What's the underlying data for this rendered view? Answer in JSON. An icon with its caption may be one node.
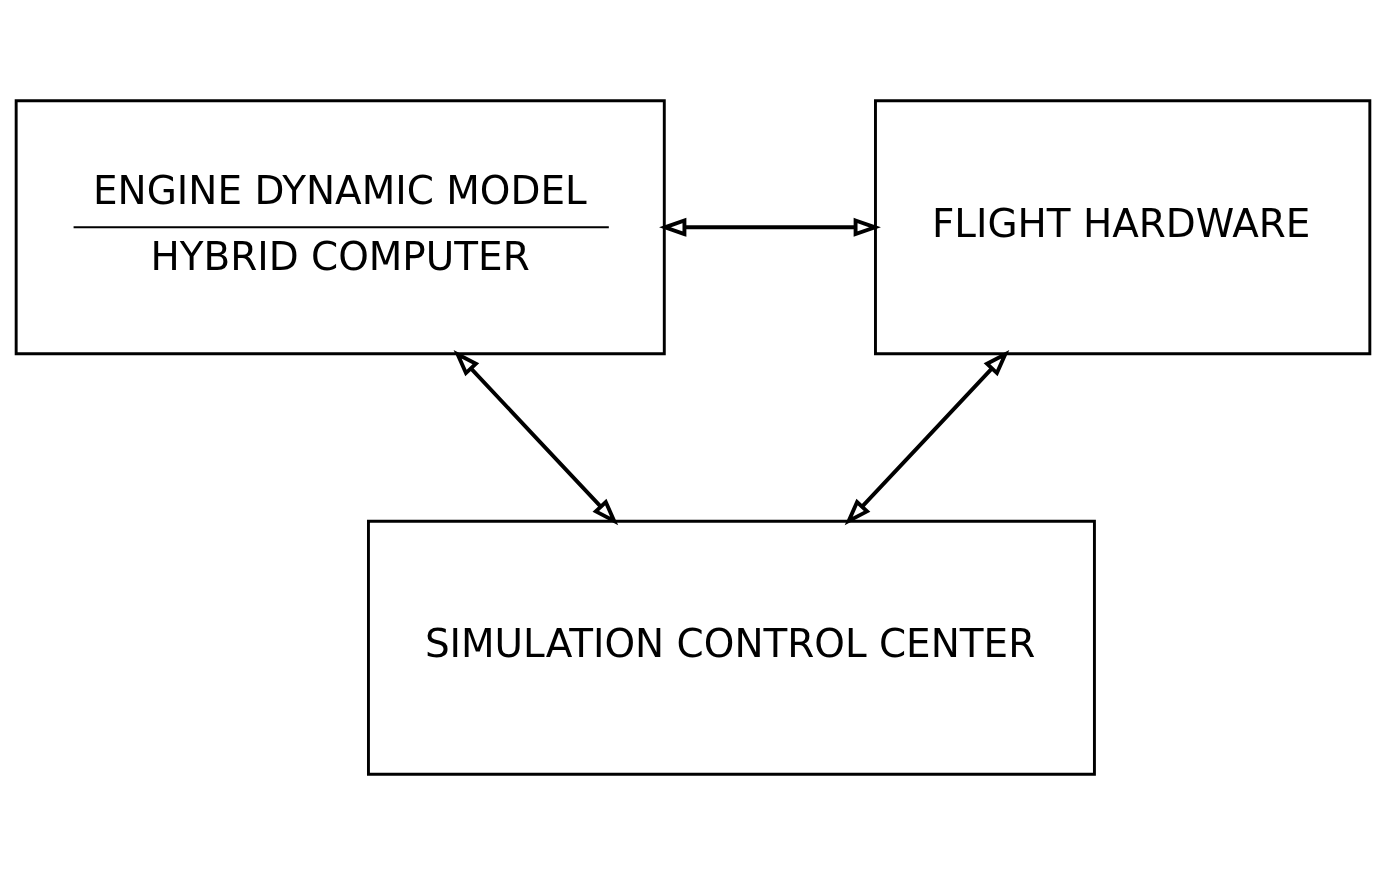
{
  "diagram": {
    "nodes": [
      {
        "text": [
          "ENGINE DYNAMIC MODEL",
          "HYBRID COMPUTER"
        ]
      },
      {
        "text": [
          "FLIGHT HARDWARE"
        ]
      },
      {
        "text": [
          "SIMULATION CONTROL CENTER"
        ]
      }
    ],
    "edges": [
      {
        "from": 0,
        "to": 1,
        "arrow": "both"
      },
      {
        "from": 0,
        "to": 2,
        "arrow": "both"
      },
      {
        "from": 1,
        "to": 2,
        "arrow": "both"
      }
    ]
  }
}
